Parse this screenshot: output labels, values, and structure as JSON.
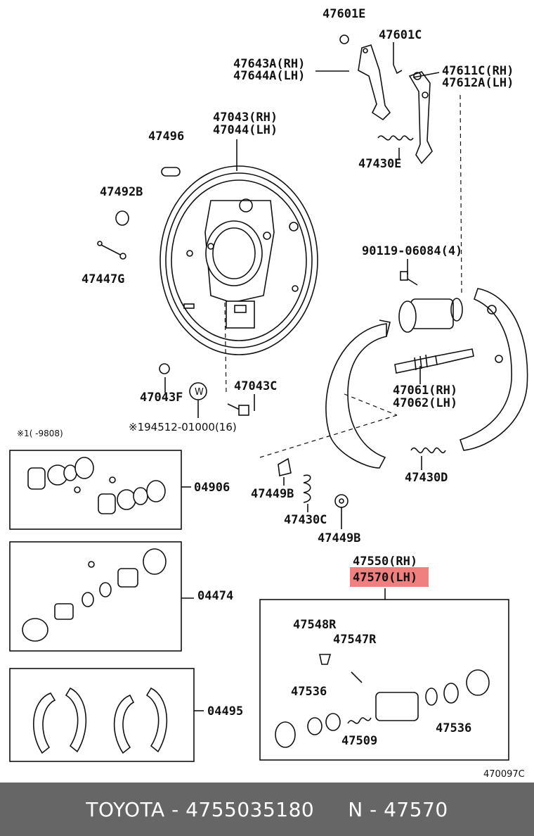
{
  "labels": {
    "p47601E": "47601E",
    "p47601C": "47601C",
    "p47643A": "47643A(RH)",
    "p47644A": "47644A(LH)",
    "p47611C": "47611C(RH)",
    "p47612A": "47612A(LH)",
    "p47043": "47043(RH)",
    "p47044": "47044(LH)",
    "p47496": "47496",
    "p47430E": "47430E",
    "p47492B": "47492B",
    "p47447G": "47447G",
    "p90119": "90119-06084(4)",
    "p47043F": "47043F",
    "p47043C": "47043C",
    "w_mark": "W",
    "p94512": "※194512-01000(16)",
    "note": "※1(    -9808)",
    "p47061": "47061(RH)",
    "p47062": "47062(LH)",
    "p04906": "04906",
    "p47449B_a": "47449B",
    "p47430D": "47430D",
    "p47430C": "47430C",
    "p47449B_b": "47449B",
    "p04474": "04474",
    "p47550": "47550(RH)",
    "p47570": "47570(LH)",
    "p47548R": "47548R",
    "p47547R": "47547R",
    "p47536_a": "47536",
    "p47509": "47509",
    "p47536_b": "47536",
    "p04495": "04495",
    "diagram_code": "470097C"
  },
  "highlight_color": "#f08080",
  "footer": {
    "brand_part": "TOYOTA - 4755035180",
    "short_part": "N - 47570"
  }
}
